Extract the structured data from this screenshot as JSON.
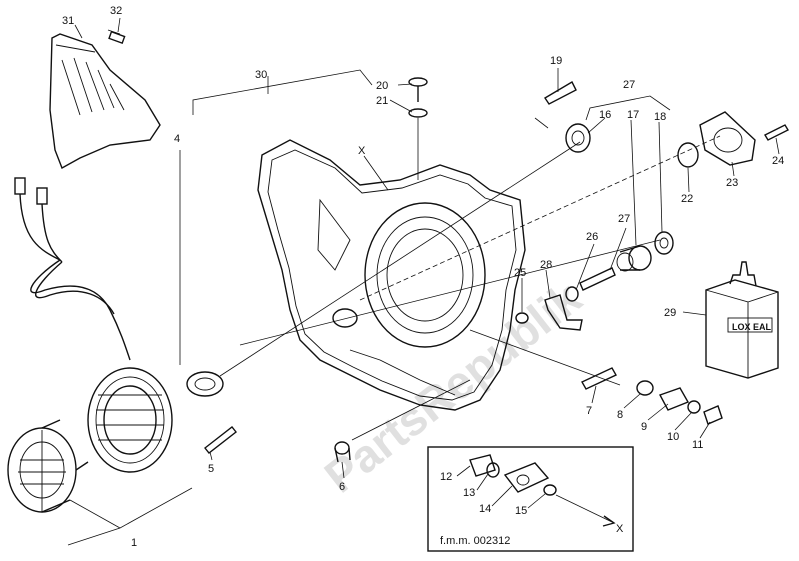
{
  "diagram": {
    "labels": [
      "1",
      "4",
      "5",
      "6",
      "7",
      "8",
      "9",
      "10",
      "11",
      "12",
      "13",
      "14",
      "15",
      "16",
      "17",
      "18",
      "19",
      "20",
      "21",
      "22",
      "23",
      "24",
      "25",
      "26",
      "27",
      "27",
      "28",
      "29",
      "30",
      "31",
      "32",
      "X"
    ],
    "inset": {
      "code": "f.m.m. 002312",
      "arrow_label": "X"
    },
    "sealant_brand": "LOX EAL",
    "watermark": "PartsRepublik"
  }
}
